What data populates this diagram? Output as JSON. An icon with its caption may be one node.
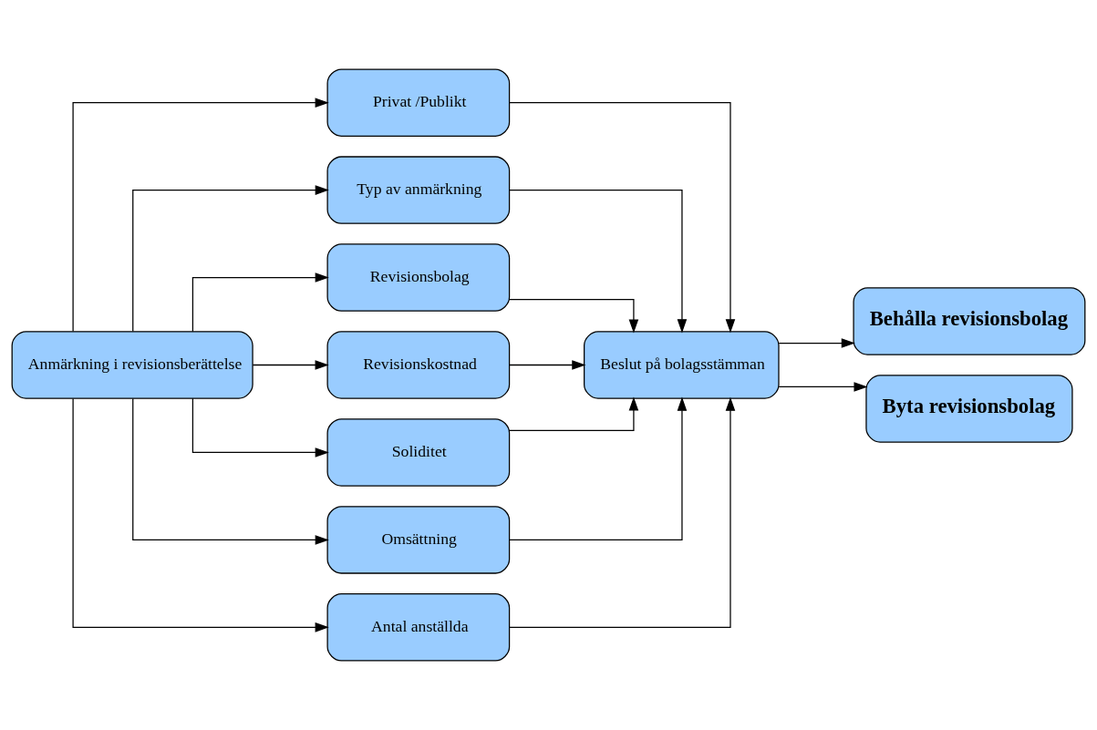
{
  "diagram": {
    "nodes": [
      {
        "text": [
          "Anmärkning i revisionsberättelse"
        ]
      },
      {
        "text": [
          "Privat /Publikt"
        ]
      },
      {
        "text": [
          "Typ av anmärkning"
        ]
      },
      {
        "text": [
          "Revisionsbolag"
        ]
      },
      {
        "text": [
          "Revisionskostnad"
        ]
      },
      {
        "text": [
          "Soliditet"
        ]
      },
      {
        "text": [
          "Omsättning"
        ]
      },
      {
        "text": [
          "Antal anställda"
        ]
      },
      {
        "text": [
          "Beslut på bolagsstämman"
        ]
      },
      {
        "text": [
          "Behålla revisionsbolag"
        ]
      },
      {
        "text": [
          "Byta revisionsbolag"
        ]
      }
    ],
    "edges": [
      {
        "from": 0,
        "to": 1,
        "arrow": "to"
      },
      {
        "from": 0,
        "to": 2,
        "arrow": "to"
      },
      {
        "from": 0,
        "to": 3,
        "arrow": "to"
      },
      {
        "from": 0,
        "to": 4,
        "arrow": "to"
      },
      {
        "from": 0,
        "to": 5,
        "arrow": "to"
      },
      {
        "from": 0,
        "to": 6,
        "arrow": "to"
      },
      {
        "from": 0,
        "to": 7,
        "arrow": "to"
      },
      {
        "from": 1,
        "to": 8,
        "arrow": "to"
      },
      {
        "from": 2,
        "to": 8,
        "arrow": "to"
      },
      {
        "from": 3,
        "to": 8,
        "arrow": "to"
      },
      {
        "from": 4,
        "to": 8,
        "arrow": "to"
      },
      {
        "from": 5,
        "to": 8,
        "arrow": "to"
      },
      {
        "from": 6,
        "to": 8,
        "arrow": "to"
      },
      {
        "from": 7,
        "to": 8,
        "arrow": "to"
      },
      {
        "from": 8,
        "to": 9,
        "arrow": "to"
      },
      {
        "from": 8,
        "to": 10,
        "arrow": "to"
      }
    ]
  }
}
